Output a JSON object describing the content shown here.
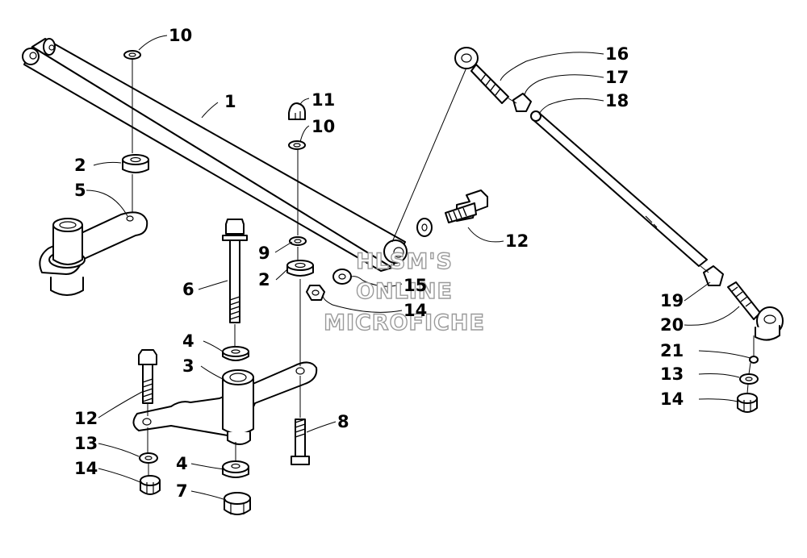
{
  "callouts": [
    {
      "id": "c1",
      "label": "1"
    },
    {
      "id": "c2a",
      "label": "2"
    },
    {
      "id": "c2b",
      "label": "2"
    },
    {
      "id": "c3",
      "label": "3"
    },
    {
      "id": "c4a",
      "label": "4"
    },
    {
      "id": "c4b",
      "label": "4"
    },
    {
      "id": "c5",
      "label": "5"
    },
    {
      "id": "c6",
      "label": "6"
    },
    {
      "id": "c7",
      "label": "7"
    },
    {
      "id": "c8",
      "label": "8"
    },
    {
      "id": "c9",
      "label": "9"
    },
    {
      "id": "c10a",
      "label": "10"
    },
    {
      "id": "c10b",
      "label": "10"
    },
    {
      "id": "c11",
      "label": "11"
    },
    {
      "id": "c12a",
      "label": "12"
    },
    {
      "id": "c12b",
      "label": "12"
    },
    {
      "id": "c13a",
      "label": "13"
    },
    {
      "id": "c13b",
      "label": "13"
    },
    {
      "id": "c14a",
      "label": "14"
    },
    {
      "id": "c14b",
      "label": "14"
    },
    {
      "id": "c14c",
      "label": "14"
    },
    {
      "id": "c15",
      "label": "15"
    },
    {
      "id": "c16",
      "label": "16"
    },
    {
      "id": "c17",
      "label": "17"
    },
    {
      "id": "c18",
      "label": "18"
    },
    {
      "id": "c19",
      "label": "19"
    },
    {
      "id": "c20",
      "label": "20"
    },
    {
      "id": "c21",
      "label": "21"
    }
  ],
  "watermark": {
    "line1": "HLSM'S",
    "line2": "ONLINE",
    "line3": "MICROFICHE"
  }
}
